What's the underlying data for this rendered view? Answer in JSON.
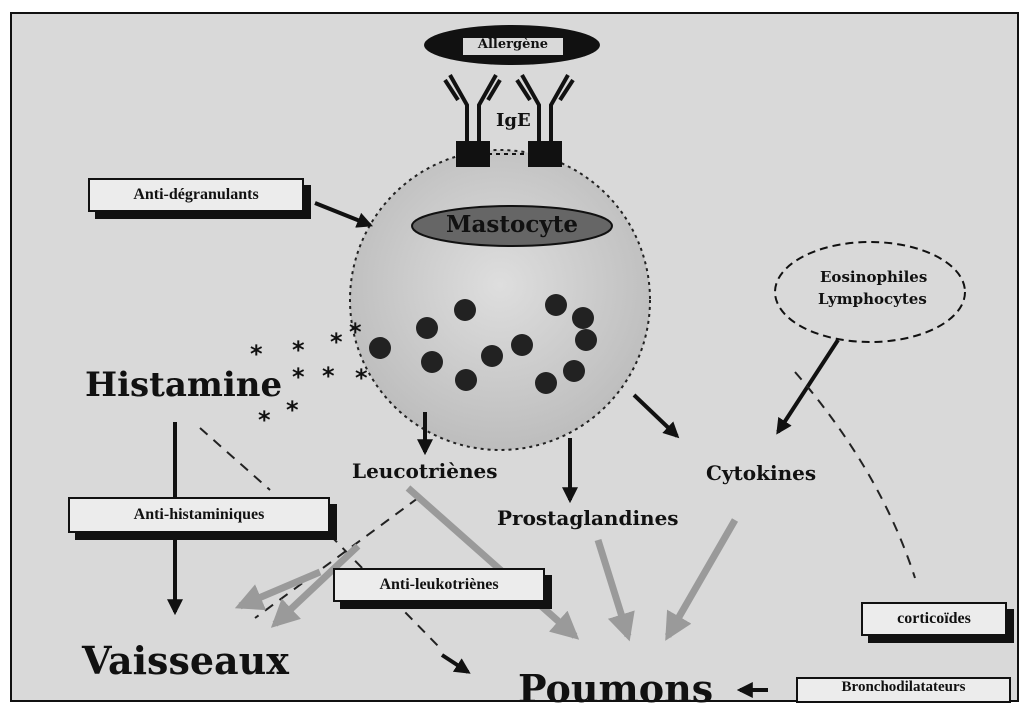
{
  "labels": {
    "allergene": "Allergène",
    "ige": "IgE",
    "mastocyte": "Mastocyte",
    "histamine": "Histamine",
    "leucotrienes": "Leucotriènes",
    "prostaglandines": "Prostaglandines",
    "cytokines": "Cytokines",
    "vaisseaux": "Vaisseaux",
    "poumons": "Poumons",
    "eosinophiles": "Eosinophiles",
    "lymphocytes": "Lymphocytes"
  },
  "drugs": {
    "anti_degranulants": "Anti-dégranulants",
    "anti_histaminiques": "Anti-histaminiques",
    "anti_leukotrienes": "Anti-leukotriènes",
    "corticoides": "corticoïdes",
    "bronchodilatateurs": "Bronchodilatateurs"
  },
  "colors": {
    "background": "#d9d9d9",
    "ink": "#111111",
    "cell_fill": "#c8c8c8",
    "mastocyte_ellipse": "#666666",
    "grey_arrow": "#9a9a9a"
  }
}
